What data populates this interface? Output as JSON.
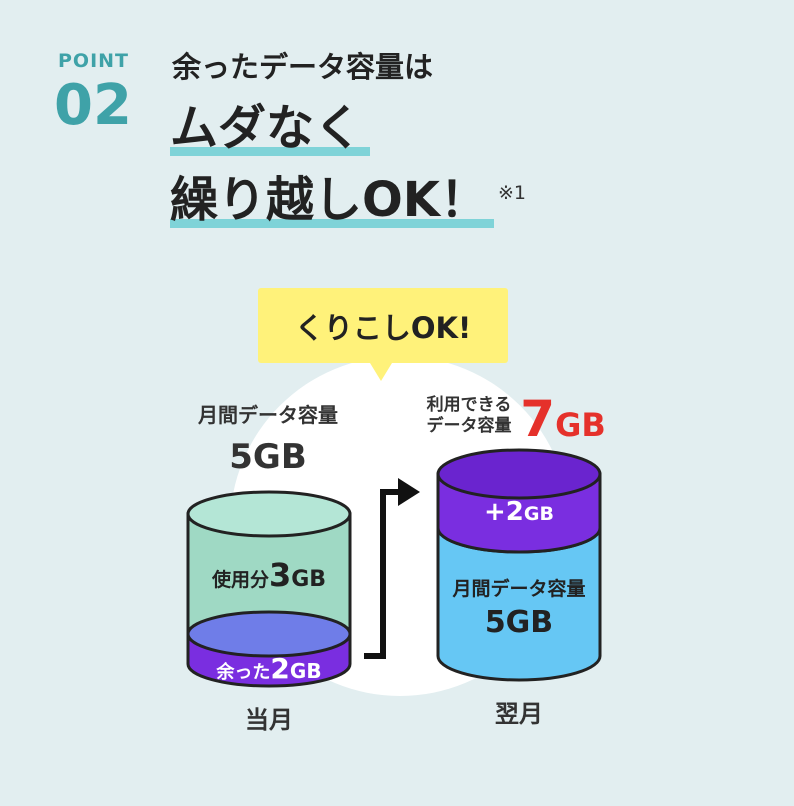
{
  "point": {
    "label": "POINT",
    "number": "02"
  },
  "headline": {
    "line1": "余ったデータ容量は",
    "line2": "ムダなく",
    "line3": "繰り越しOK！",
    "footnote": "※1"
  },
  "bubble": {
    "text": "くりこしOK!"
  },
  "current_month": {
    "capacity_label": "月間データ容量",
    "capacity_value": "5GB",
    "used_label": "使用分",
    "used_value": "3",
    "used_unit": "GB",
    "remaining_label": "余った",
    "remaining_value": "2",
    "remaining_unit": "GB",
    "name": "当月"
  },
  "next_month": {
    "usable_label_1": "利用できる",
    "usable_label_2": "データ容量",
    "usable_value": "7",
    "usable_unit": "GB",
    "carry_value": "+2",
    "carry_unit": "GB",
    "capacity_label": "月間データ容量",
    "capacity_value": "5GB",
    "name": "翌月"
  },
  "colors": {
    "teal": "#3fa2a8",
    "underline": "#7fd3d8",
    "bubble": "#fff27a",
    "purple": "#7a2ee0",
    "lavender": "#6f7de8",
    "used_green": "#9fd9c4",
    "blue": "#66c7f4",
    "red": "#e5312b"
  }
}
